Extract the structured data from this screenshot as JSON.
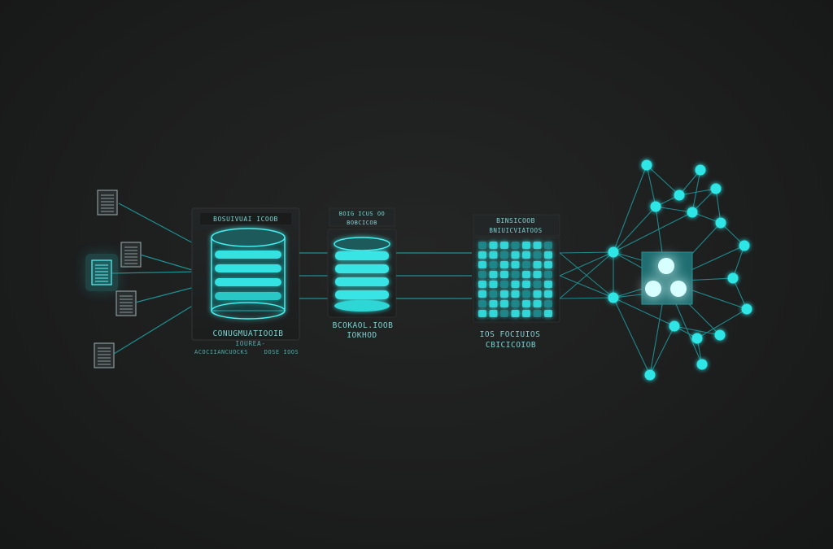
{
  "colors": {
    "background": "#1d1e1e",
    "accent": "#2ee6e6",
    "accent_dim": "#1a8a8c",
    "panel": "#202222",
    "panel_border": "#2f3232"
  },
  "icons": {
    "document": "document-icon",
    "database": "database-icon",
    "matrix": "matrix-grid-icon",
    "network_node": "network-node",
    "hub": "hub-cluster-icon"
  },
  "stage1": {
    "header": "BOSUIVUAI ICOOB",
    "title": "CONUGMUATIOOIB",
    "subtitle": "IOUREA-",
    "footer_left": "ACOCIIANCUOCKS",
    "footer_right": "DOSE IOOS"
  },
  "stage2": {
    "header_top": "BOIG ICUS OO",
    "header_bottom": "BOBCICOB",
    "title": "BCOKAOL.IOOB",
    "subtitle": "IOKHOD"
  },
  "stage3": {
    "header_top": "BINSICOOB",
    "header_bottom": "BNIUICVIATOOS",
    "title": "IOS FOCIUIOS",
    "subtitle": "CBICICOIOB"
  }
}
